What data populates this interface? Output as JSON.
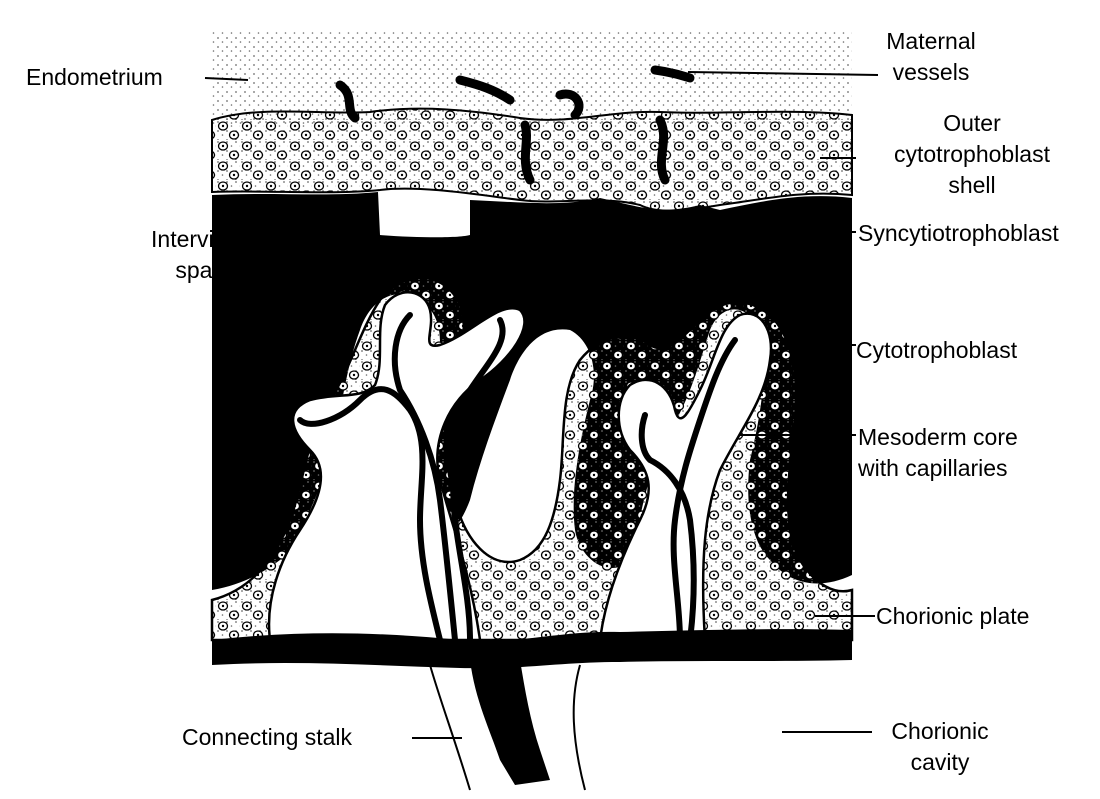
{
  "labels": {
    "endometrium": "Endometrium",
    "maternal_vessels": [
      "Maternal",
      "vessels"
    ],
    "outer_shell": [
      "Outer",
      "cytotrophoblast",
      "shell"
    ],
    "intervillous_space": [
      "Intervillous",
      "space"
    ],
    "syncytiotrophoblast": "Syncytiotrophoblast",
    "cytotrophoblast": "Cytotrophoblast",
    "mesoderm_core": [
      "Mesoderm core",
      "with capillaries"
    ],
    "chorionic_plate": "Chorionic plate",
    "connecting_stalk": "Connecting stalk",
    "chorionic_cavity": [
      "Chorionic",
      "cavity"
    ]
  },
  "colors": {
    "ink": "#000000",
    "paper": "#ffffff",
    "stipple": "#6b6b6b"
  }
}
